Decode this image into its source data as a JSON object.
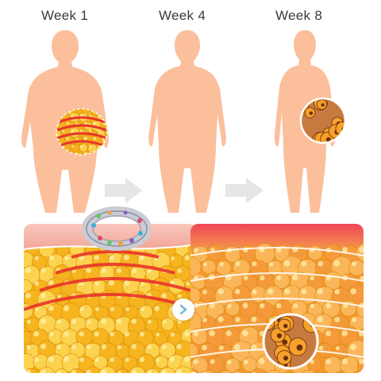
{
  "stages": [
    {
      "label": "Week 1"
    },
    {
      "label": "Week 4"
    },
    {
      "label": "Week 8"
    }
  ],
  "colors": {
    "skin": "#fbbf9c",
    "fat_yellow": "#fbb81a",
    "fat_orange": "#f6901e",
    "heat_red": "#e8352a",
    "skin_pink": "#f5b3a8",
    "arrow_gray": "#e6e6e6"
  },
  "icons": {
    "ring": "ring-icon",
    "arrow": "right-arrow-icon",
    "chevron": "chevron-right-icon"
  }
}
